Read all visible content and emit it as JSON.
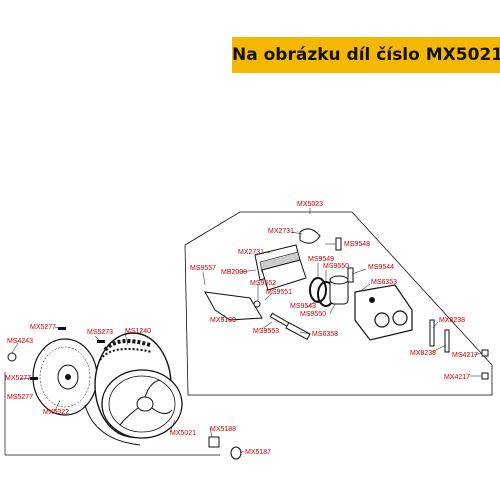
{
  "banner": {
    "text": "Na obrázku díl číslo MX5021",
    "color": "#f5b800"
  },
  "labels": {
    "ms4243": "MS4243",
    "mx5277a": "MX5277",
    "ms5273": "MS5273",
    "ms1240": "MS1240",
    "mx5277b": "MX5277",
    "ms5277": "MS5277",
    "mx5022": "MX5022",
    "mx5021": "MX5021",
    "mx5188": "MX5188",
    "mx5187": "MX5187",
    "mx5023": "MX5023",
    "mx2731a": "MX2731",
    "mx2731b": "MX2731",
    "ms9548": "MS9548",
    "ms9557": "MS9557",
    "mb2008": "MB2008",
    "ms9549": "MS9549",
    "ms9550a": "MS9550",
    "ms9544": "MS9544",
    "ms6353": "MS6353",
    "ms9552": "MS9552",
    "ms9551": "MS9551",
    "ms9543": "MS9543",
    "ms9550b": "MS9550",
    "mx5189": "MX5189",
    "ms9553": "MS9553",
    "ms6358": "MS6358",
    "mx8238a": "MX8238",
    "mx8238b": "MX8238",
    "ms4217a": "MS4217",
    "mx4217b": "MX4217"
  },
  "colors": {
    "label": "#d40000",
    "line": "#111111"
  }
}
